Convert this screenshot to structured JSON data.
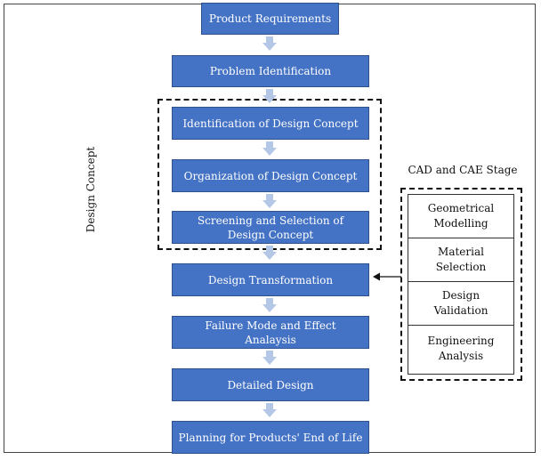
{
  "flow": {
    "steps": [
      "Product Requirements",
      "Problem Identification",
      "Identification of Design Concept",
      "Organization of Design Concept",
      "Screening and Selection of Design Concept",
      "Design Transformation",
      "Failure Mode and Effect Analaysis",
      "Detailed Design",
      "Planning for Products' End of Life"
    ]
  },
  "design_concept_group": {
    "label": "Design Concept"
  },
  "cad_cae": {
    "title": "CAD and CAE Stage",
    "items": [
      "Geometrical Modelling",
      "Material Selection",
      "Design Validation",
      "Engineering Analysis"
    ]
  },
  "colors": {
    "box_fill": "#4472c4",
    "box_border": "#2f528f",
    "arrow": "#b4c7e7",
    "text": "#ffffff"
  }
}
